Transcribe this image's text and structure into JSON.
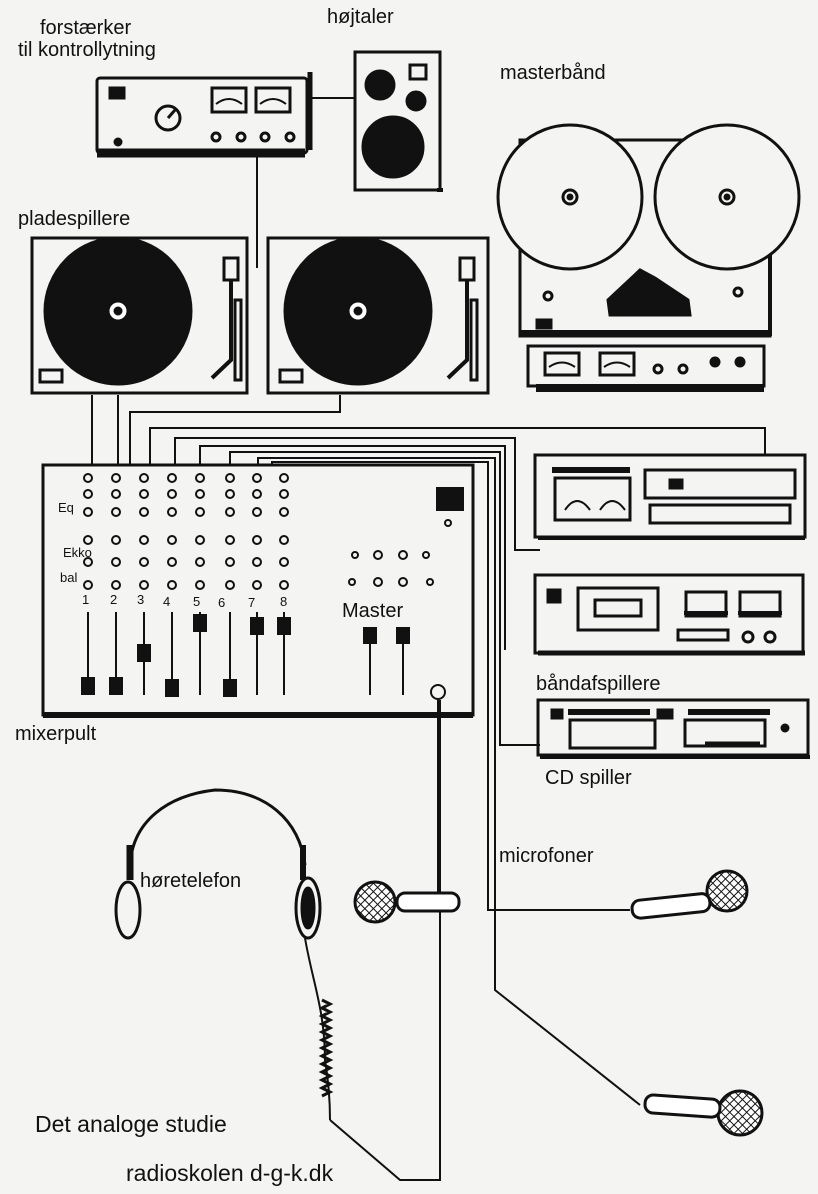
{
  "labels": {
    "amplifier": [
      "forstærker",
      "til kontrollytning"
    ],
    "speaker": "højtaler",
    "master_tape": "masterbånd",
    "turntables": "pladespillere",
    "mixer": "mixerpult",
    "tape_players": "båndafspillere",
    "cd_player": "CD spiller",
    "microphones": "microfoner",
    "headphones": "høretelefon",
    "master": "Master",
    "eq": "Eq",
    "echo": "Ekko",
    "balance": "bal",
    "channels": [
      "1",
      "2",
      "3",
      "4",
      "5",
      "6",
      "7",
      "8"
    ]
  },
  "footer": {
    "title": "Det analoge studie",
    "site": "radioskolen d-g-k.dk"
  }
}
